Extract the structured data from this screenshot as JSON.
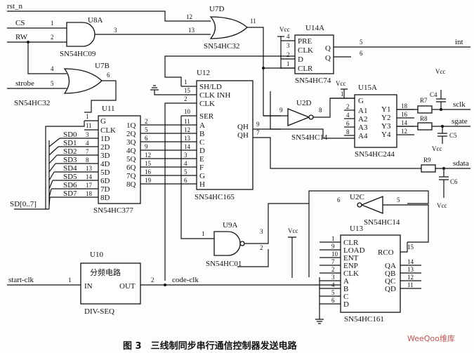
{
  "inputs": {
    "rst_n": "rst_n",
    "cs": "CS",
    "rw": "RW",
    "strobe": "strobe",
    "sd_bus": "SD[0..7]",
    "start_clk": "start-clk"
  },
  "outputs": {
    "int": "int",
    "sclk": "sclk",
    "sgate": "sgate",
    "sdata": "sdata"
  },
  "nets": {
    "code_clk": "code-clk"
  },
  "chips": {
    "u8a": {
      "ref": "U8A",
      "part": "SN54HC09"
    },
    "u7d": {
      "ref": "U7D",
      "part": "SN54HC32"
    },
    "u7b": {
      "ref": "U7B",
      "part": "SN54HC32"
    },
    "u14a": {
      "ref": "U14A",
      "part": "SN54HC74",
      "pins": [
        "PRE",
        "CLK",
        "D",
        "CLR"
      ],
      "outs": [
        "Q",
        "Q"
      ]
    },
    "u12": {
      "ref": "U12",
      "part": "SN54HC165",
      "pins": [
        "SH/LD",
        "CLK INH",
        "CLK",
        "SER",
        "A",
        "B",
        "C",
        "D",
        "E",
        "F",
        "G",
        "H"
      ],
      "outs": [
        "QH",
        "QH"
      ]
    },
    "u11": {
      "ref": "U11",
      "part": "SN54HC377",
      "pins": [
        "G",
        "CLK",
        "1D",
        "2D",
        "3D",
        "4D",
        "5D",
        "6D",
        "7D",
        "8D"
      ],
      "outs": [
        "1Q",
        "2Q",
        "3Q",
        "4Q",
        "5Q",
        "6Q",
        "7Q",
        "8Q"
      ]
    },
    "u15a": {
      "ref": "U15A",
      "part": "SN54HC244",
      "pins": [
        "G",
        "A1",
        "A2",
        "A3",
        "A4"
      ],
      "outs": [
        "Y1",
        "Y2",
        "Y3",
        "Y4"
      ]
    },
    "u2d": {
      "ref": "U2D",
      "part": "SN54HC14"
    },
    "u2c": {
      "ref": "U2C",
      "part": "SN54HC14"
    },
    "u9a": {
      "ref": "U9A",
      "part": "SN54HC01"
    },
    "u13": {
      "ref": "U13",
      "part": "SN54HC161",
      "pins": [
        "CLR",
        "LOAD",
        "ENT",
        "ENP",
        "CLK",
        "A",
        "B",
        "C",
        "D"
      ],
      "outs": [
        "RCO",
        "QA",
        "QB",
        "QC",
        "QD"
      ]
    },
    "u10": {
      "ref": "U10",
      "part": "DIV-SEQ",
      "title": "分频电路",
      "pins": [
        "IN"
      ],
      "outs": [
        "OUT"
      ]
    }
  },
  "sd_lines": [
    "SD0",
    "SD1",
    "SD2",
    "SD3",
    "SD4",
    "SD5",
    "SD6",
    "SD7"
  ],
  "u11_in_pins": [
    "3",
    "4",
    "7",
    "8",
    "13",
    "14",
    "17",
    "18"
  ],
  "u11_out_pins": [
    "2",
    "5",
    "6",
    "9",
    "12",
    "15",
    "16",
    "19"
  ],
  "u12_in_pins": [
    "11",
    "12",
    "13",
    "14",
    "3",
    "4",
    "5",
    "6"
  ],
  "u12_ctrl_pins": [
    "1",
    "15",
    "2",
    "10"
  ],
  "u12_out_pins": [
    "9",
    "7"
  ],
  "gate_pins": {
    "u8a_in1": "1",
    "u8a_in2": "2",
    "u8a_out": "3",
    "u7d_in1": "12",
    "u7d_in2": "13",
    "u7d_out": "11",
    "u7b_in1": "4",
    "u7b_in2": "5",
    "u7b_out": "6",
    "u2d_in": "9",
    "u2d_out": "8",
    "u2c_in": "6",
    "u2c_out": "5",
    "u9a_in1": "1",
    "u9a_in2": "2",
    "u9a_out": "3",
    "u11_g": "1",
    "u11_clk": "11",
    "u10_in": "1",
    "u10_out": "2"
  },
  "u14_pins": {
    "pre": "4",
    "clk": "3",
    "d": "2",
    "clr": "1",
    "q": "5",
    "qn": "6"
  },
  "u15_pins": {
    "g": "1",
    "a": [
      "2",
      "4",
      "6",
      "8"
    ],
    "y": [
      "18",
      "16",
      "14",
      "12"
    ]
  },
  "u13_pins": {
    "left": [
      "1",
      "9",
      "10",
      "7",
      "2",
      "3",
      "4",
      "5",
      "6"
    ],
    "rco": "15",
    "q": [
      "14",
      "13",
      "12",
      "11"
    ]
  },
  "passives": {
    "r7": "R7",
    "r8": "R8",
    "r9": "R9",
    "c4": "C4",
    "c5": "C5",
    "c6": "C6",
    "vcc": "Vcc"
  },
  "caption": "图 3　三线制同步串行通信控制器发送电路",
  "watermark": "WeeQoo维库"
}
